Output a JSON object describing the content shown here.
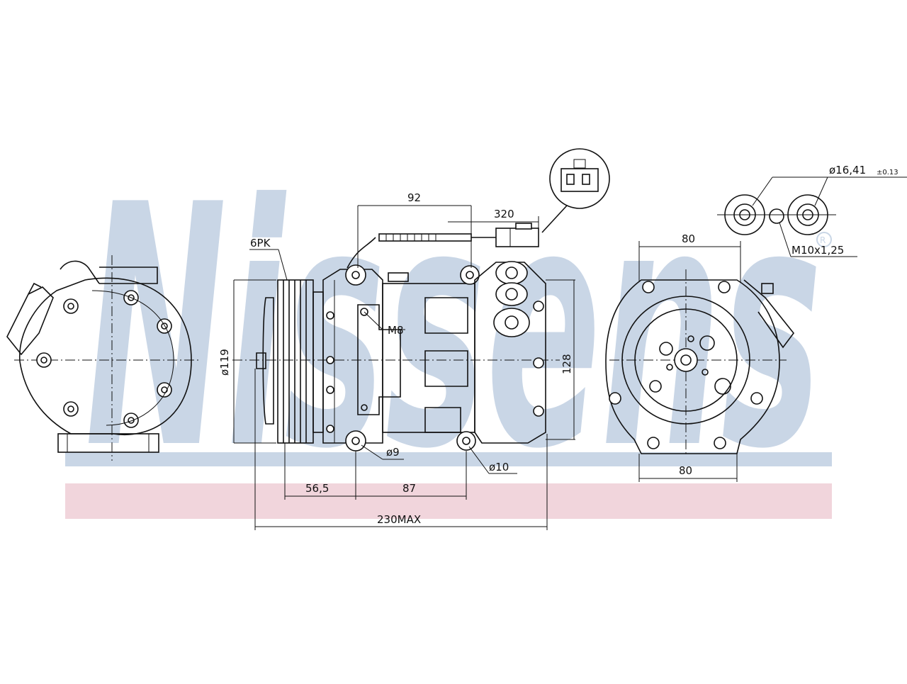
{
  "watermark": {
    "brand_text": "Nissens",
    "registered_mark": "R",
    "colors": {
      "brand_blue": "#c9d6e6",
      "stripe_blue": "#c9d6e6",
      "stripe_pink": "#f1d5dc"
    }
  },
  "labels": {
    "belt": "6PK",
    "dim_92": "92",
    "dim_320": "320",
    "thread_m8": "M8",
    "dia_119": "ø119",
    "dim_128": "128",
    "hole_9": "ø9",
    "hole_10": "ø10",
    "dim_56_5": "56,5",
    "dim_87": "87",
    "dim_230max": "230MAX",
    "port_dia": "ø16,41",
    "port_tol": "±0.13",
    "port_thread": "M10x1,25",
    "right_top_80": "80",
    "right_bottom_80": "80"
  }
}
